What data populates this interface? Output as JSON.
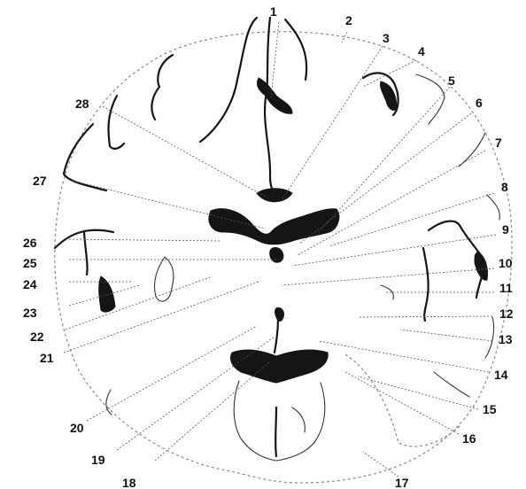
{
  "figure": {
    "labels": [
      "1",
      "2",
      "3",
      "4",
      "5",
      "6",
      "7",
      "8",
      "9",
      "10",
      "11",
      "12",
      "13",
      "14",
      "15",
      "16",
      "17",
      "18",
      "19",
      "20",
      "21",
      "22",
      "23",
      "24",
      "25",
      "26",
      "27",
      "28"
    ]
  }
}
